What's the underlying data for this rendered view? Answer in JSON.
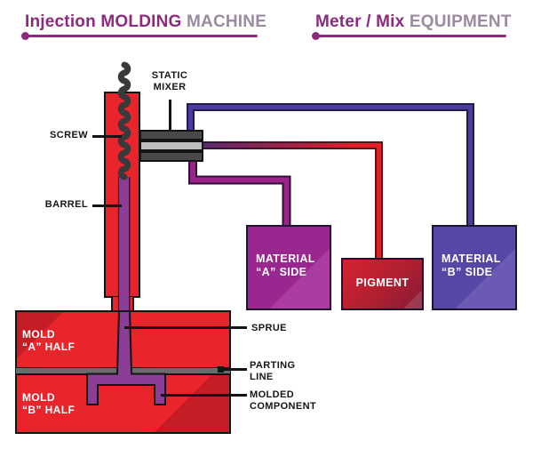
{
  "titles": {
    "left": {
      "bold": "Injection MOLDING",
      "light": "MACHINE"
    },
    "right": {
      "bold": "Meter / Mix",
      "light": "EQUIPMENT"
    }
  },
  "machine": {
    "screw_label": "SCREW",
    "barrel_label": "BARREL",
    "static_mixer_line1": "STATIC",
    "static_mixer_line2": "MIXER",
    "sprue_label": "SPRUE",
    "parting_line_line1": "PARTING",
    "parting_line_line2": "LINE",
    "molded_component_line1": "MOLDED",
    "molded_component_line2": "COMPONENT",
    "mold_a_line1": "MOLD",
    "mold_a_line2": "“A” HALF",
    "mold_b_line1": "MOLD",
    "mold_b_line2": "“B” HALF"
  },
  "equipment": {
    "material_a": {
      "line1": "MATERIAL",
      "line2": "“A” SIDE"
    },
    "pigment": {
      "label": "PIGMENT"
    },
    "material_b": {
      "line1": "MATERIAL",
      "line2": "“B” SIDE"
    }
  },
  "colors": {
    "accent_magenta": "#8d2a7d",
    "title_light": "#9b8aa0",
    "machine_red": "#e9242b",
    "melt_purple": "#8c3d96",
    "material_a_fill": "#9a2690",
    "material_b_fill": "#5646a5",
    "pigment_fill": "#c81f2d",
    "pipe_material_b_fill": "#4c3a9c",
    "pipe_material_a_fill": "#9b2488",
    "pipe_pigment_fill": "#e02128",
    "mixer_dark": "#48484a",
    "mixer_light": "#bdbdbf",
    "parting_gray": "#6b6b6d"
  }
}
